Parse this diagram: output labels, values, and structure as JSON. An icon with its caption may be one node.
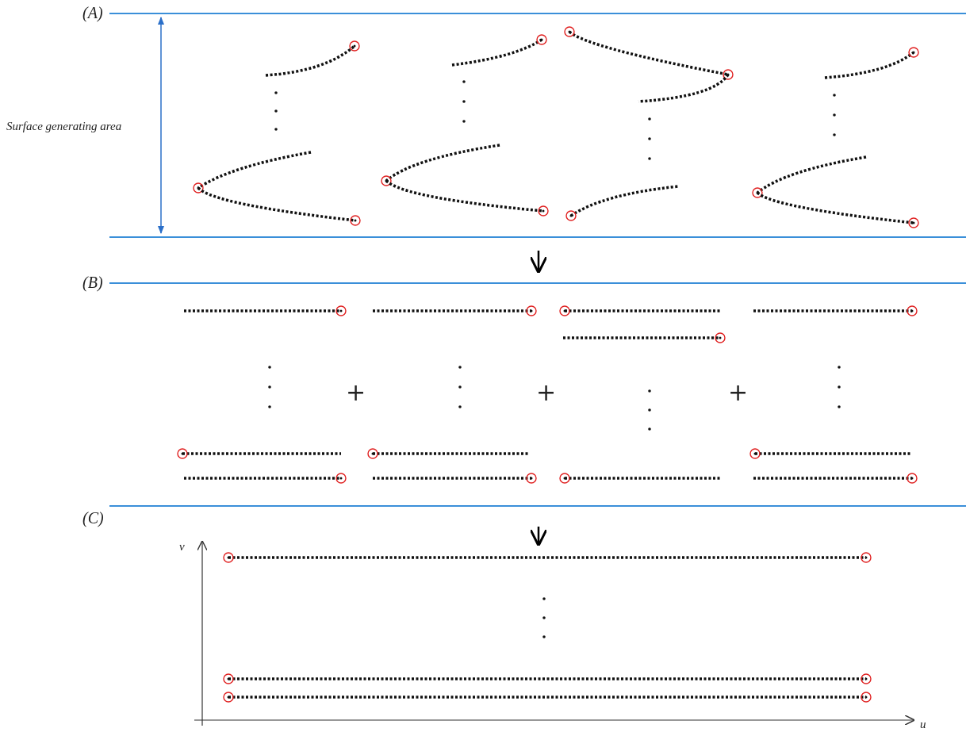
{
  "diagram": {
    "labels": [
      "(A)",
      "Surface generating area",
      "(B)",
      "+",
      "+",
      "+",
      "(C)",
      "v",
      "u"
    ]
  }
}
